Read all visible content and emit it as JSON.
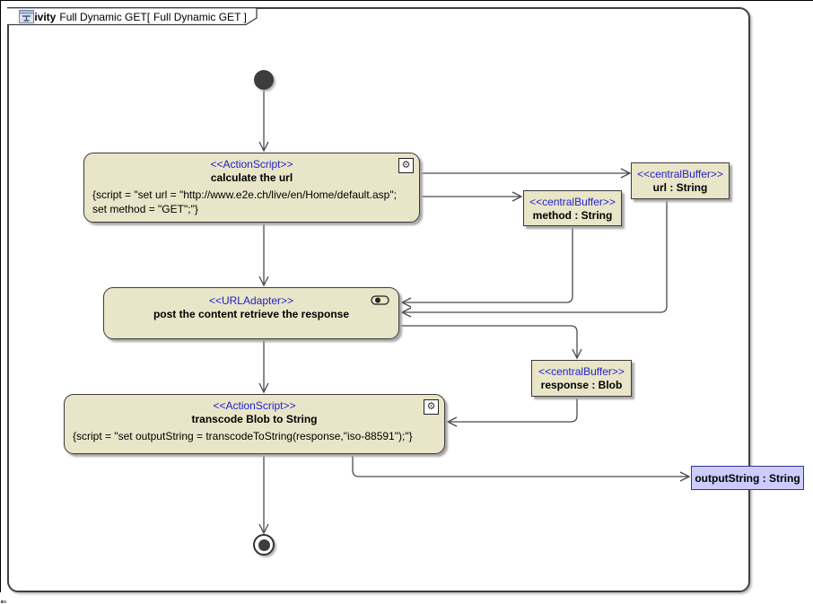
{
  "frame": {
    "keyword": "activity",
    "name": "Full Dynamic GET[",
    "name_suffix": "Full Dynamic GET ]"
  },
  "icons": {
    "gear": "⚙"
  },
  "nodes": {
    "calculate_url": {
      "stereotype": "<<ActionScript>>",
      "name": "calculate the url",
      "script_line1": "{script = \"set url = \"http://www.e2e.ch/live/en/Home/default.asp\";",
      "script_line2": "set method = \"GET\";\"}"
    },
    "url_buffer": {
      "stereotype": "<<centralBuffer>>",
      "name": "url : String"
    },
    "method_buffer": {
      "stereotype": "<<centralBuffer>>",
      "name": "method : String"
    },
    "post_content": {
      "stereotype": "<<URLAdapter>>",
      "name": "post the content retrieve the response"
    },
    "response_buffer": {
      "stereotype": "<<centralBuffer>>",
      "name": "response : Blob"
    },
    "transcode": {
      "stereotype": "<<ActionScript>>",
      "name": "transcode Blob to String",
      "script_line1": "{script = \"set outputString = transcodeToString(response,\"iso-88591\");\"}"
    },
    "output_param": {
      "name": "outputString : String"
    }
  },
  "colors": {
    "node_fill": "#e9e5c8",
    "stereotype_text": "#2222cc",
    "node_border": "#3a3a3a",
    "edge": "#4a4a4a",
    "param_fill": "#ccccff",
    "param_border": "#333399",
    "frame_border": "#3f3f3f"
  }
}
